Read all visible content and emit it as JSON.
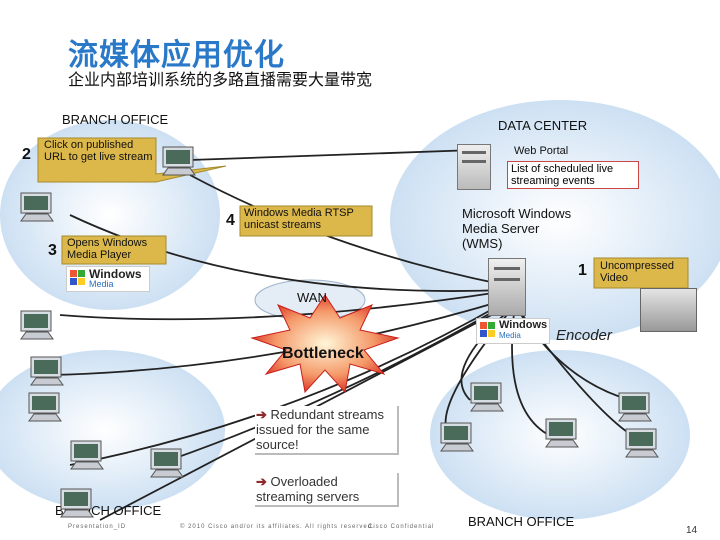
{
  "header": {
    "title": "流媒体应用优化",
    "subtitle": "企业内部培训系统的多路直播需要大量带宽"
  },
  "sites": {
    "branch_top": "BRANCH OFFICE",
    "data_center": "DATA CENTER",
    "branch_bottom_left": "BRANCH OFFICE",
    "branch_bottom_right": "BRANCH OFFICE"
  },
  "steps": [
    {
      "num": "2",
      "text": "Click on published URL to get live stream"
    },
    {
      "num": "3",
      "text": "Opens Windows Media Player"
    },
    {
      "num": "4",
      "text": "Windows Media RTSP unicast streams"
    },
    {
      "num": "1",
      "text": "Uncompressed Video"
    }
  ],
  "servers": {
    "web_portal": "Web Portal",
    "portal_list": "List of scheduled live streaming events",
    "wms": "Microsoft Windows Media Server (WMS)",
    "encoder": "Encoder"
  },
  "network": {
    "wan": "WAN",
    "bottleneck": "Bottleneck"
  },
  "notes": {
    "redundant": "Redundant streams issued for the same source!",
    "overloaded": "Overloaded streaming servers"
  },
  "logo": {
    "windows": "Windows",
    "media": "Media"
  },
  "footer": {
    "presentation": "Presentation_ID",
    "copyright": "© 2010 Cisco and/or its affiliates. All rights reserved.",
    "confidential": "Cisco Confidential",
    "page": "14"
  },
  "colors": {
    "title": "#2a78c8",
    "cloud": "#d4e6f6",
    "callout": "#dcb84a",
    "burst": "#e03a2a",
    "lines": "#222222"
  }
}
